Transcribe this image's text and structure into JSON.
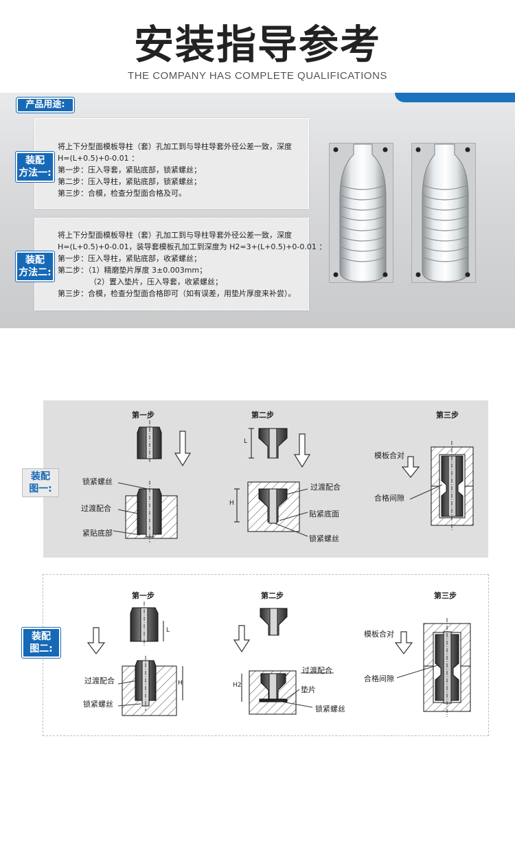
{
  "header": {
    "title": "安装指导参考",
    "subtitle": "THE COMPANY HAS COMPLETE QUALIFICATIONS"
  },
  "usage": {
    "badge": "产品用途:",
    "method1": {
      "badge_line1": "装配",
      "badge_line2": "方法一:",
      "lines": [
        "将上下分型面模板导柱（套）孔加工到与导柱导套外径公差一致，深度",
        "H=(L+0.5)+0-0.01 ：",
        "第一步：压入导套，紧贴底部，锁紧螺丝；",
        "第二步：压入导柱，紧贴底部，锁紧螺丝；",
        "第三步：合模，检查分型面合格及可。"
      ]
    },
    "method2": {
      "badge_line1": "装配",
      "badge_line2": "方法二:",
      "lines": [
        "将上下分型面模板导柱（套）孔加工到与导柱导套外径公差一致，深度",
        "H=(L+0.5)+0-0.01，装导套模板孔加工到深度为 H2=3+(L+0.5)+0-0.01 ：",
        "第一步：压入导柱，紧贴底部，收紧螺丝；",
        "第二步：（1）精磨垫片厚度 3±0.003mm；",
        "（2）置入垫片，压入导套，收紧螺丝；",
        "第三步：合模，检查分型面合格即可（如有误差，用垫片厚度来补尝）。"
      ]
    }
  },
  "diagram1": {
    "badge_line1": "装配",
    "badge_line2": "图一:",
    "step1": "第一步",
    "step2": "第二步",
    "step3": "第三步",
    "labels": {
      "lock_screw_a": "锁紧螺丝",
      "transition_fit_a": "过渡配合",
      "tight_bottom": "紧贴底部",
      "transition_fit_b": "过渡配合",
      "bottom_face": "贴紧底面",
      "lock_screw_b": "锁紧螺丝",
      "mold_close": "模板合对",
      "qualified_gap": "合格间隙",
      "dim_L": "L",
      "dim_H": "H"
    }
  },
  "diagram2": {
    "badge_line1": "装配",
    "badge_line2": "图二:",
    "step1": "第一步",
    "step2": "第二步",
    "step3": "第三步",
    "labels": {
      "transition_fit_a": "过渡配合",
      "lock_screw_a": "锁紧螺丝",
      "transition_fit_b": "过渡配合",
      "shim": "垫片",
      "lock_screw_b": "锁紧螺丝",
      "mold_close": "模板合对",
      "qualified_gap": "合格间隙",
      "dim_L": "L",
      "dim_H": "H",
      "dim_H2": "H2"
    }
  }
}
